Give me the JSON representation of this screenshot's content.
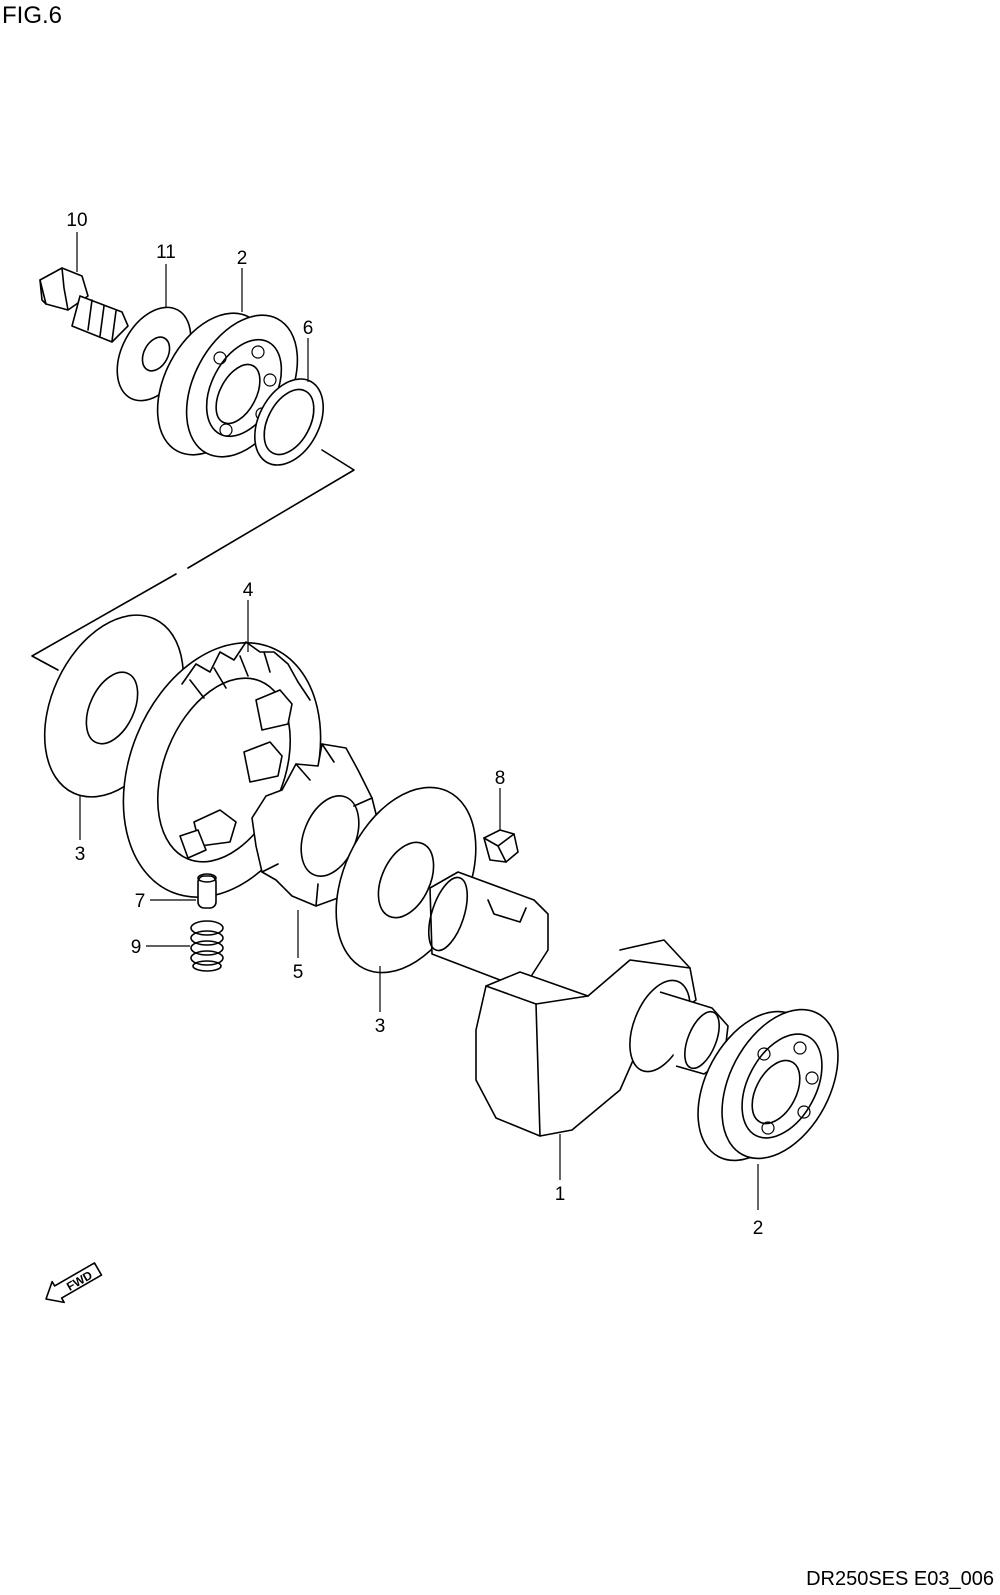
{
  "figure": {
    "title": "FIG.6",
    "code": "DR250SES E03_006"
  },
  "direction_badge": {
    "label": "FWD",
    "icon": "fwd-arrow-icon"
  },
  "callouts": {
    "c10": "10",
    "c11": "11",
    "c2_top": "2",
    "c6": "6",
    "c4": "4",
    "c3_left": "3",
    "c8": "8",
    "c7": "7",
    "c9": "9",
    "c5": "5",
    "c3_mid": "3",
    "c1": "1",
    "c2_bottom": "2"
  },
  "colors": {
    "line": "#000000",
    "background": "#ffffff"
  }
}
